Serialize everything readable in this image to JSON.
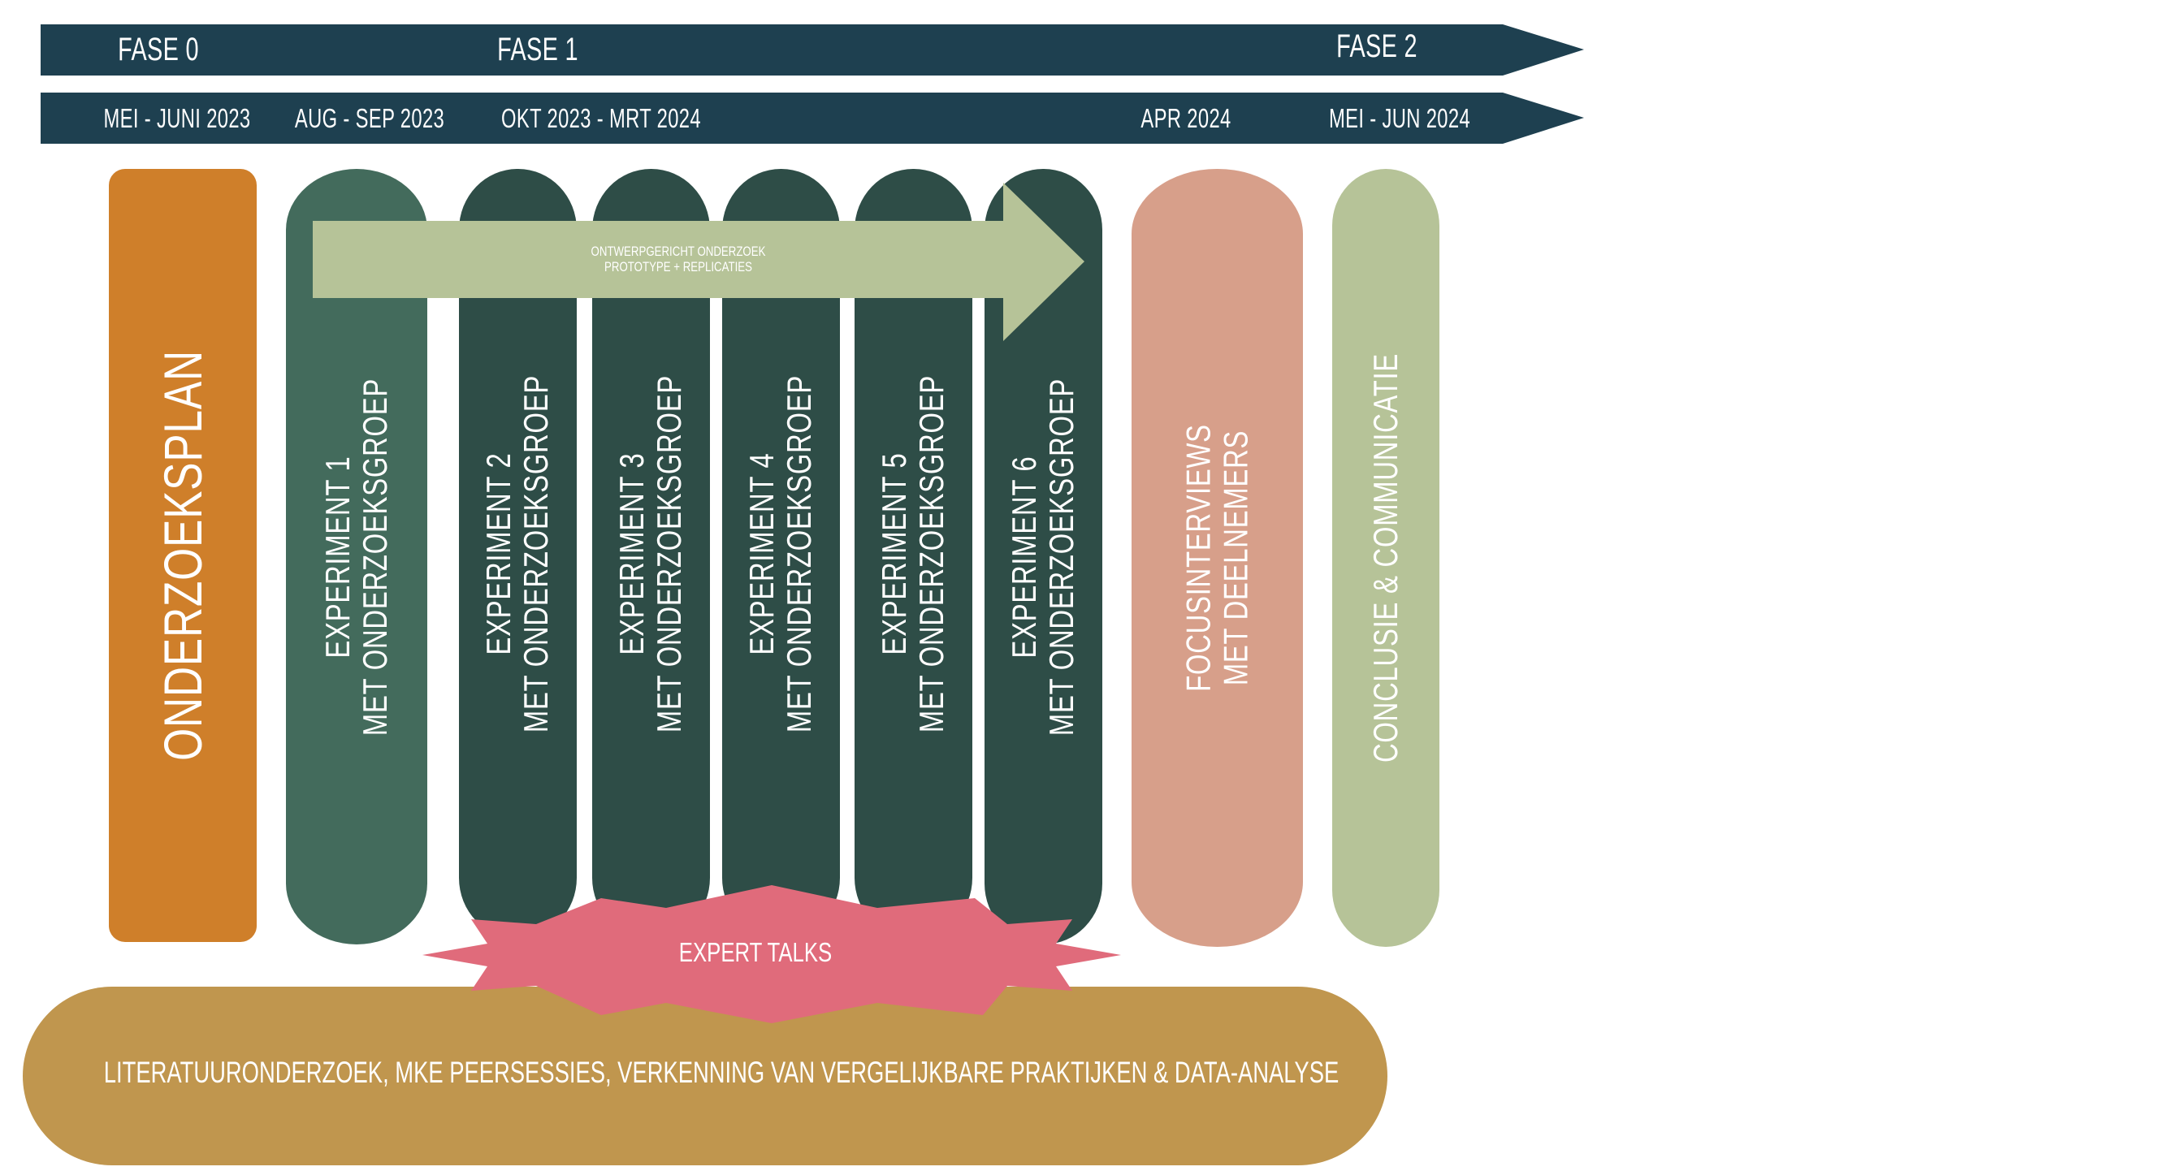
{
  "colors": {
    "band": "#1e4050",
    "plan": "#cf7f2a",
    "experiment1": "#436b5c",
    "experiments": "#2e4d47",
    "design_arrow": "#b6c398",
    "focus": "#d79f8a",
    "conclusion": "#b6c398",
    "expert": "#e06b7b",
    "base": "#c0964e"
  },
  "phases": [
    {
      "label": "FASE 0"
    },
    {
      "label": "FASE 1"
    },
    {
      "label": "FASE 2"
    }
  ],
  "periods": [
    {
      "label": "MEI - JUNI 2023"
    },
    {
      "label": "AUG - SEP 2023"
    },
    {
      "label": "OKT 2023 - MRT 2024"
    },
    {
      "label": "APR 2024"
    },
    {
      "label": "MEI - JUN 2024"
    }
  ],
  "columns": {
    "plan": {
      "label": "ONDERZOEKSPLAN"
    },
    "experiments": [
      {
        "line1": "EXPERIMENT  1",
        "line2": "MET ONDERZOEKSGROEP"
      },
      {
        "line1": "EXPERIMENT 2",
        "line2": "MET ONDERZOEKSGROEP"
      },
      {
        "line1": "EXPERIMENT 3",
        "line2": "MET ONDERZOEKSGROEP"
      },
      {
        "line1": "EXPERIMENT 4",
        "line2": "MET ONDERZOEKSGROEP"
      },
      {
        "line1": "EXPERIMENT 5",
        "line2": "MET ONDERZOEKSGROEP"
      },
      {
        "line1": "EXPERIMENT 6",
        "line2": "MET ONDERZOEKSGROEP"
      }
    ],
    "focus": {
      "line1": "FOCUSINTERVIEWS",
      "line2": "MET DEELNEMERS"
    },
    "conclusion": {
      "label": "CONCLUSIE & COMMUNICATIE"
    }
  },
  "design_arrow": {
    "line1": "ONTWERPGERICHT ONDERZOEK",
    "line2": "PROTOTYPE + REPLICATIES"
  },
  "expert_talks": {
    "label": "EXPERT TALKS"
  },
  "base": {
    "label": "LITERATUURONDERZOEK, MKE PEERSESSIES, VERKENNING VAN VERGELIJKBARE PRAKTIJKEN & DATA-ANALYSE"
  }
}
